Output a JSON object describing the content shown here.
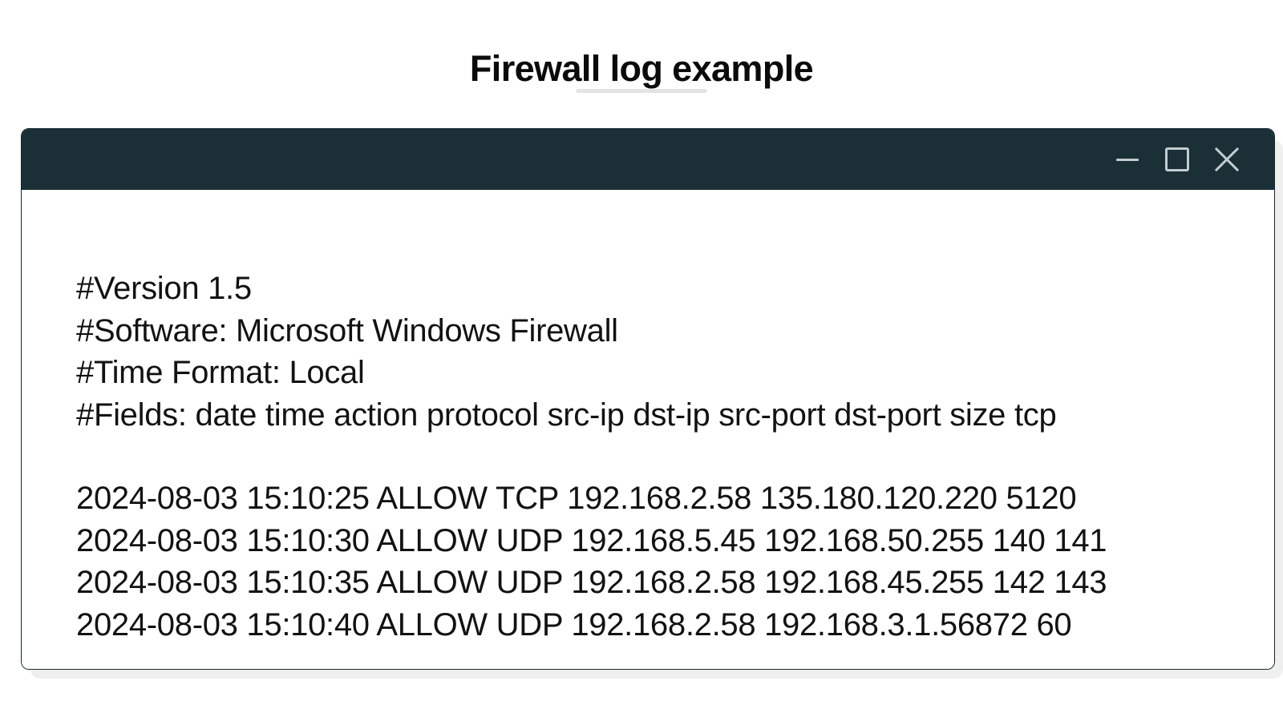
{
  "heading": {
    "title": "Firewall log example"
  },
  "window": {
    "controls": {
      "minimize_label": "Minimize",
      "maximize_label": "Maximize",
      "close_label": "Close"
    },
    "accent_color": "#1b2f36",
    "text_color": "#121212",
    "control_icon_color": "#c3ccd0"
  },
  "log": {
    "header_lines": [
      "#Version 1.5",
      "#Software: Microsoft Windows Firewall",
      "#Time Format: Local",
      "#Fields: date time action protocol src-ip dst-ip src-port dst-port size tcp"
    ],
    "entries": [
      "2024-08-03 15:10:25 ALLOW TCP 192.168.2.58 135.180.120.220 5120",
      "2024-08-03 15:10:30 ALLOW UDP 192.168.5.45 192.168.50.255 140 141",
      "2024-08-03 15:10:35 ALLOW UDP 192.168.2.58 192.168.45.255 142 143",
      "2024-08-03 15:10:40 ALLOW UDP 192.168.2.58 192.168.3.1.56872 60"
    ]
  }
}
